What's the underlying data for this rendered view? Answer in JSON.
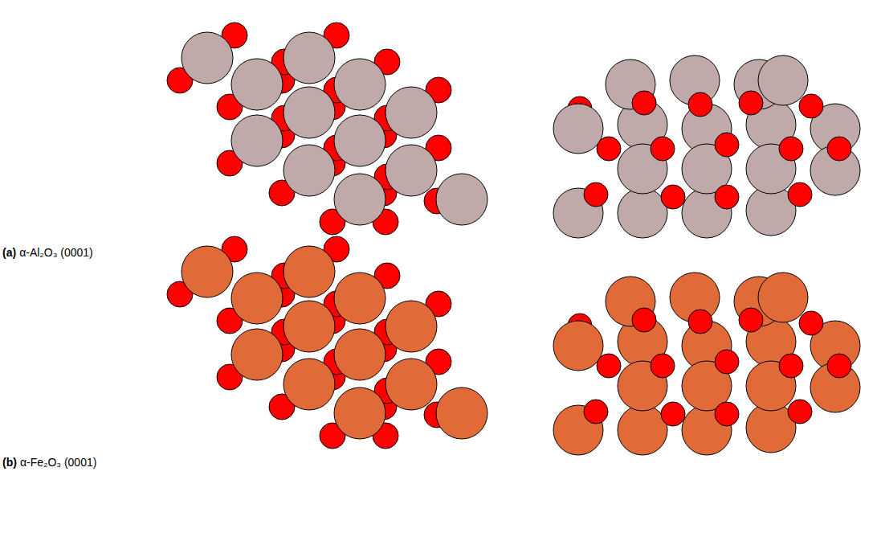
{
  "diagram": {
    "labels": [
      "(a)",
      "α-Al₂O₃ (0001)",
      "(b)",
      "α-Fe₂O₃ (0001)"
    ]
  }
}
